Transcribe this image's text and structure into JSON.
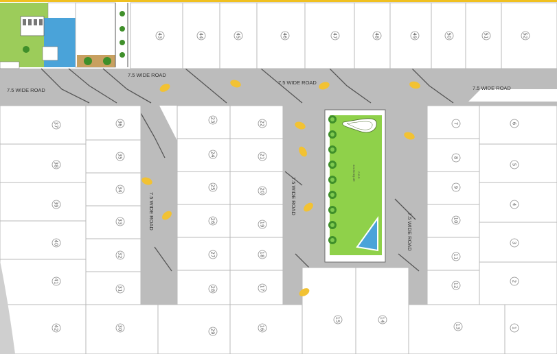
{
  "colors": {
    "road": "#bcbcbc",
    "plot": "#ffffff",
    "garden": "#8fd14a",
    "tree": "#3f8f2a",
    "tree_light": "#7ec94f",
    "leaf": "#f2c233",
    "pool": "#4aa3d9",
    "amenity": "#9ccc5a",
    "border_top": "#f0c020"
  },
  "roads": {
    "top_left": "7.5 WIDE ROAD",
    "top_mid": "7.5 WIDE ROAD",
    "top_right": "7.5 WIDE ROAD",
    "left": "7.5 WIDE ROAD",
    "v_left": "7.5 WIDE ROAD",
    "v_mid": "7.5 WIDE ROAD",
    "v_right": "7.5 WIDE ROAD"
  },
  "park": {
    "line1": "C.O.P.",
    "line2": "641.55 SQ.MT."
  },
  "plots": {
    "p1": "1",
    "p2": "2",
    "p3": "3",
    "p4": "4",
    "p5": "5",
    "p6": "6",
    "p7": "7",
    "p8": "8",
    "p9": "9",
    "p10": "10",
    "p11": "11",
    "p12": "12",
    "p13": "13",
    "p14": "14",
    "p15": "15",
    "p16": "16",
    "p17": "17",
    "p18": "18",
    "p19": "19",
    "p20": "20",
    "p21": "21",
    "p22": "22",
    "p23": "23",
    "p24": "24",
    "p25": "25",
    "p26": "26",
    "p27": "27",
    "p28": "28",
    "p29": "29",
    "p30": "30",
    "p31": "31",
    "p32": "32",
    "p33": "33",
    "p34": "34",
    "p35": "35",
    "p36": "36",
    "p37": "37",
    "p38": "38",
    "p39": "39",
    "p40": "40",
    "p41": "41",
    "p42": "42",
    "p43": "43",
    "p44": "44",
    "p45": "45",
    "p46": "46",
    "p47": "47",
    "p48": "48",
    "p49": "49",
    "p50": "50",
    "p51": "51",
    "p52": "52"
  },
  "icons": {
    "tree": "tree-icon",
    "leaf": "leaf-icon"
  }
}
